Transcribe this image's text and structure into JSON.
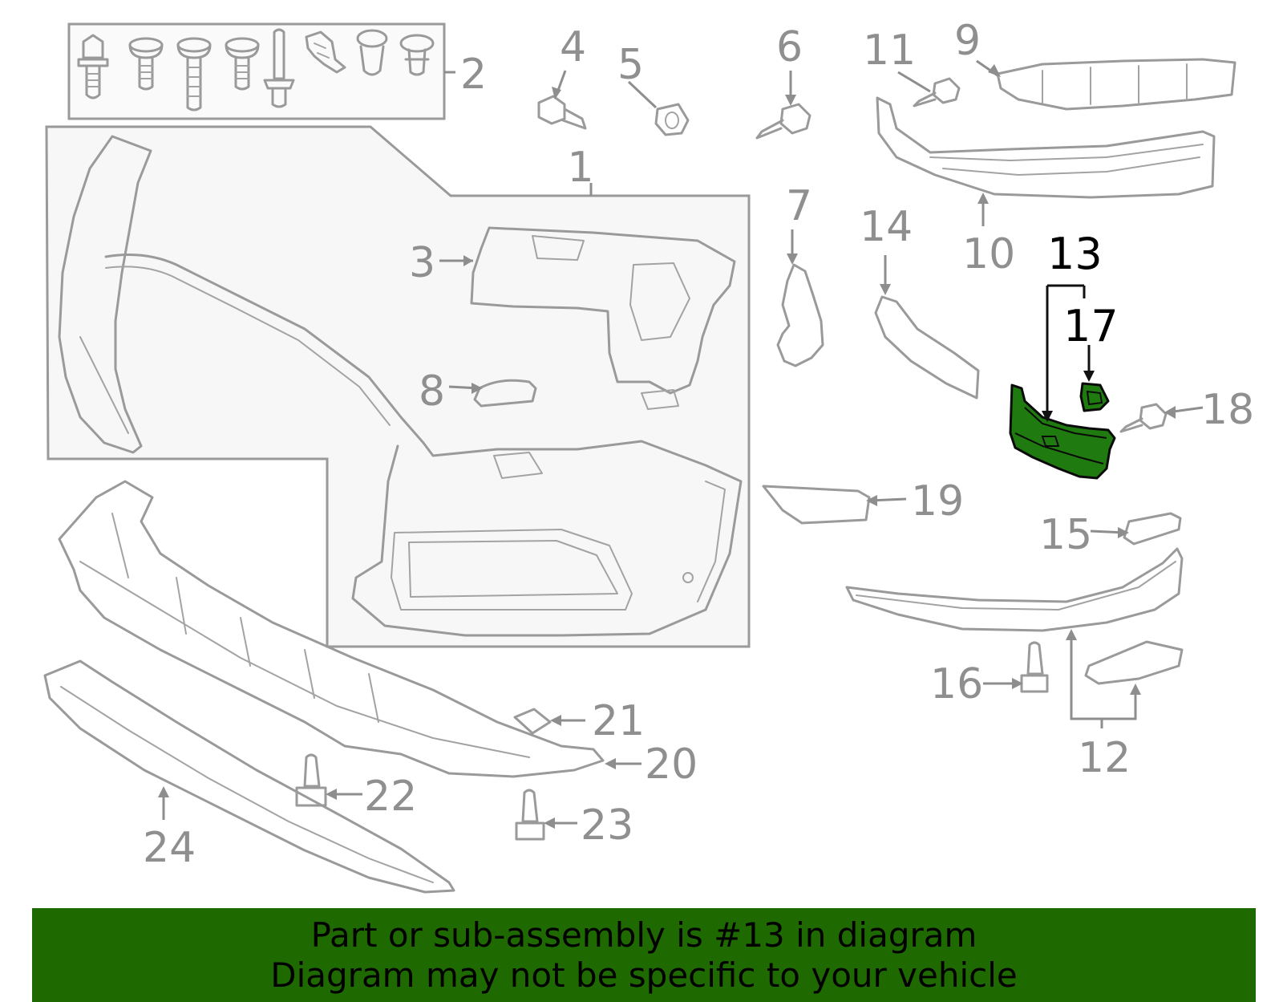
{
  "callouts": {
    "c1": "1",
    "c2": "2",
    "c3": "3",
    "c4": "4",
    "c5": "5",
    "c6": "6",
    "c7": "7",
    "c8": "8",
    "c9": "9",
    "c10": "10",
    "c11": "11",
    "c12": "12",
    "c13": "13",
    "c14": "14",
    "c15": "15",
    "c16": "16",
    "c17": "17",
    "c18": "18",
    "c19": "19",
    "c20": "20",
    "c21": "21",
    "c22": "22",
    "c23": "23",
    "c24": "24"
  },
  "highlight_color": "#1f7a0f",
  "banner": {
    "line1": "Part or sub-assembly is #13 in diagram",
    "line2": "Diagram may not be specific to your vehicle",
    "background": "#1e6a00"
  }
}
